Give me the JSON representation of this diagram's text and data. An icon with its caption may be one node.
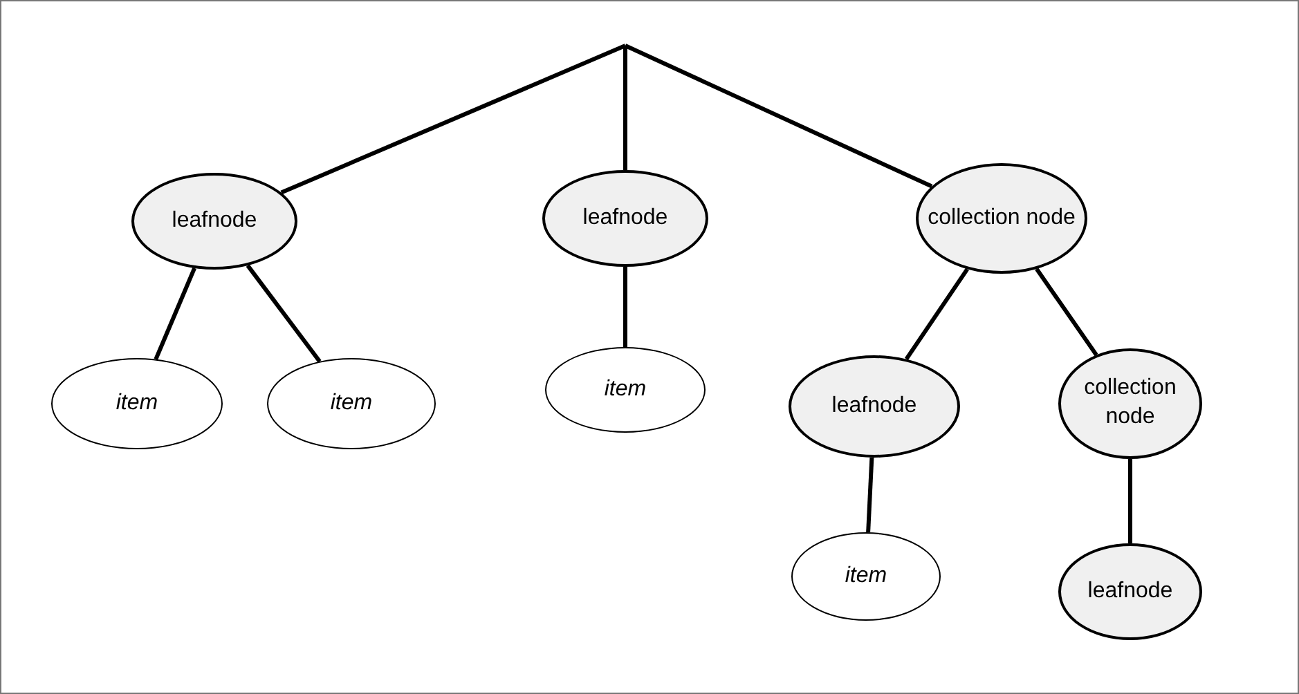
{
  "diagram": {
    "nodes": [
      {
        "text": [
          "leafnode"
        ]
      },
      {
        "text": [
          "leafnode"
        ]
      },
      {
        "text": [
          "collection node"
        ]
      },
      {
        "text": [
          "item"
        ]
      },
      {
        "text": [
          "item"
        ]
      },
      {
        "text": [
          "item"
        ]
      },
      {
        "text": [
          "leafnode"
        ]
      },
      {
        "text": [
          "collection node"
        ]
      },
      {
        "text": [
          "item"
        ]
      },
      {
        "text": [
          "leafnode"
        ]
      }
    ],
    "edges": [
      {
        "from": null,
        "to": 0,
        "arrow": "none"
      },
      {
        "from": null,
        "to": 1,
        "arrow": "none"
      },
      {
        "from": null,
        "to": 2,
        "arrow": "none"
      },
      {
        "from": 0,
        "to": 3,
        "arrow": "none"
      },
      {
        "from": 0,
        "to": 4,
        "arrow": "none"
      },
      {
        "from": 1,
        "to": 5,
        "arrow": "none"
      },
      {
        "from": 2,
        "to": 6,
        "arrow": "none"
      },
      {
        "from": 2,
        "to": 7,
        "arrow": "none"
      },
      {
        "from": 6,
        "to": 8,
        "arrow": "none"
      },
      {
        "from": 7,
        "to": 9,
        "arrow": "none"
      }
    ]
  }
}
